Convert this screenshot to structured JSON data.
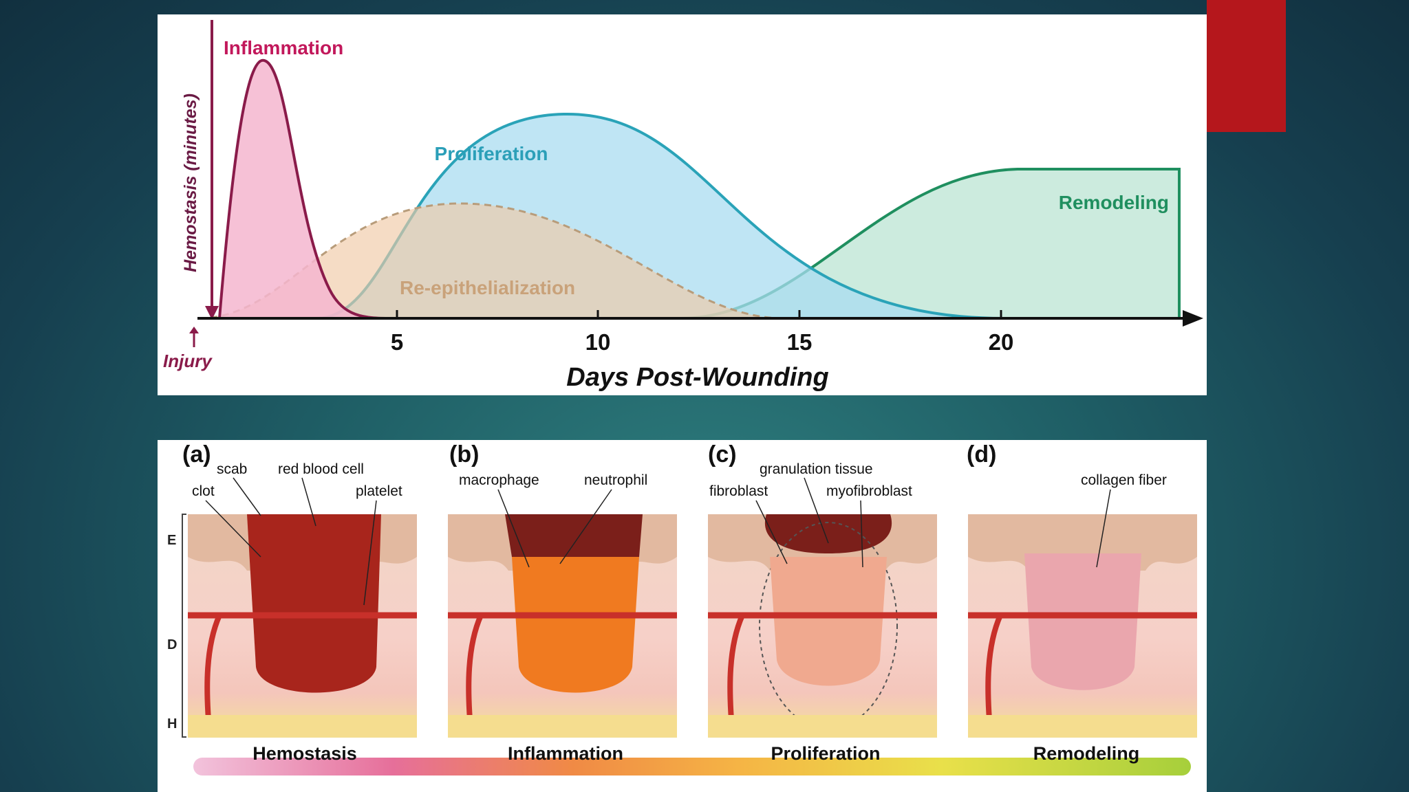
{
  "chart": {
    "y_axis_label": "Hemostasis (minutes)",
    "x_axis_label": "Days Post-Wounding",
    "injury_label": "Injury",
    "ticks": [
      "5",
      "10",
      "15",
      "20"
    ],
    "phases": {
      "inflammation": "Inflammation",
      "proliferation": "Proliferation",
      "reepithelialization": "Re-epithelialization",
      "remodeling": "Remodeling"
    },
    "colors": {
      "inflammation": "#c2185b",
      "proliferation": "#2aa3b8",
      "reepithelialization": "#d9b48a",
      "remodeling": "#1f8f5f"
    }
  },
  "stages": {
    "panels": [
      {
        "letter": "(a)",
        "name": "Hemostasis",
        "labels": [
          "scab",
          "red blood cell",
          "clot",
          "platelet"
        ]
      },
      {
        "letter": "(b)",
        "name": "Inflammation",
        "labels": [
          "macrophage",
          "neutrophil"
        ]
      },
      {
        "letter": "(c)",
        "name": "Proliferation",
        "labels": [
          "granulation tissue",
          "fibroblast",
          "myofibroblast"
        ]
      },
      {
        "letter": "(d)",
        "name": "Remodeling",
        "labels": [
          "collagen fiber"
        ]
      }
    ],
    "layers": [
      "E",
      "D",
      "H"
    ]
  }
}
